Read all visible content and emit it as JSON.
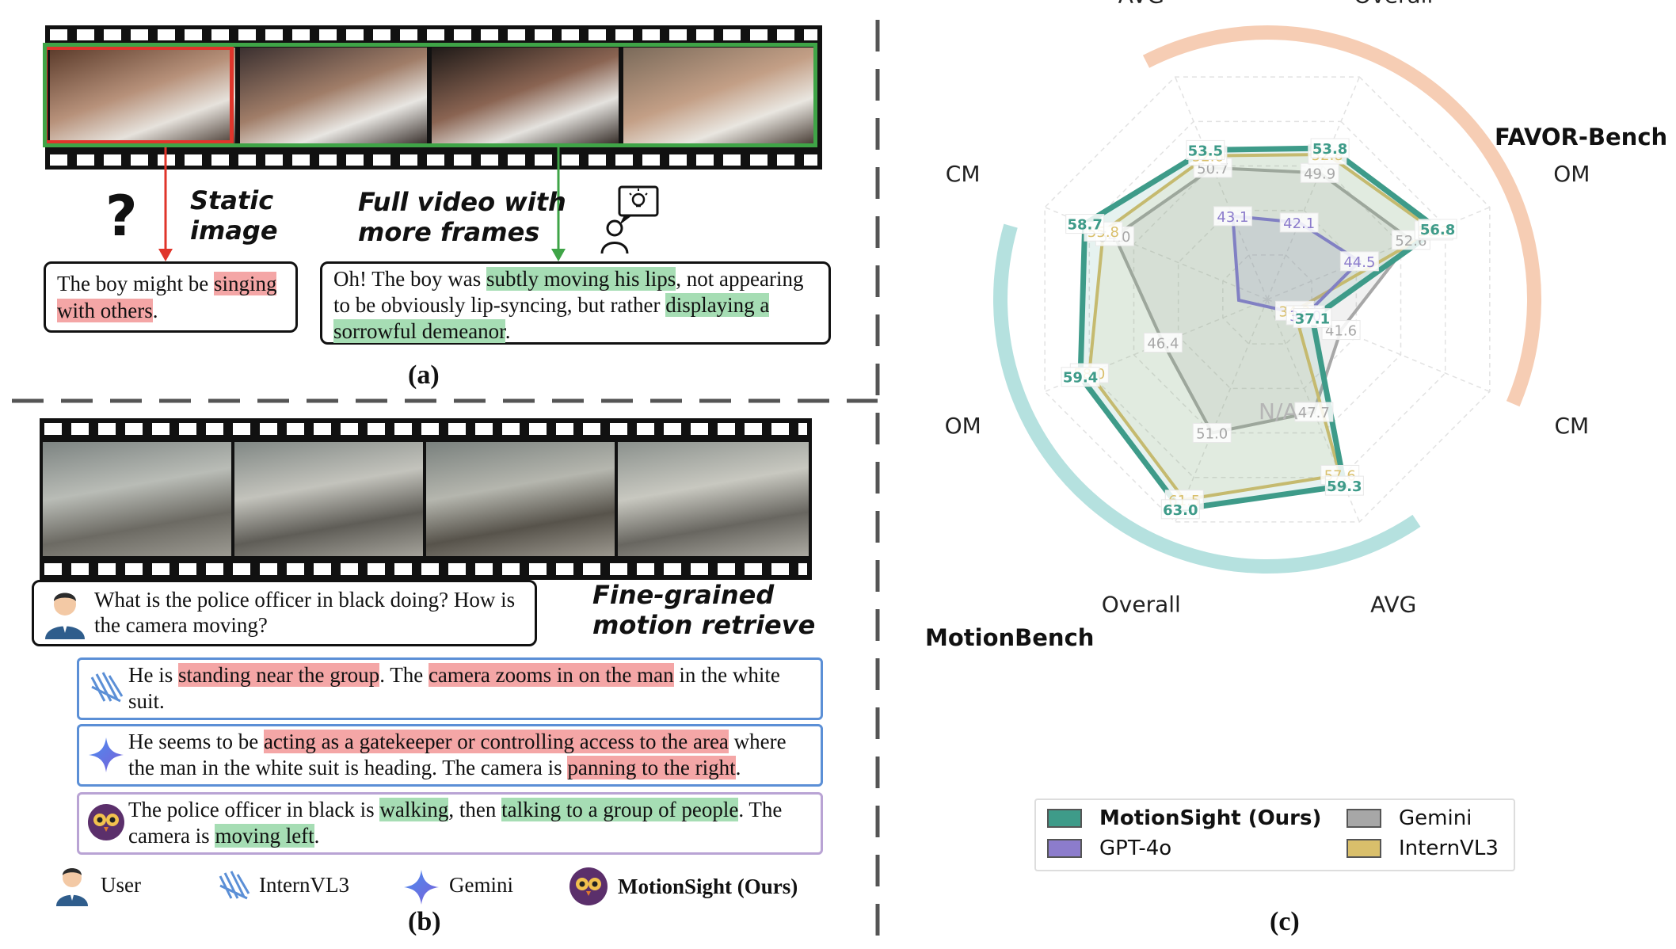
{
  "panel_a": {
    "caption": "(a)",
    "static_label_1": "Static",
    "static_label_2": "image",
    "question_mark": "?",
    "full_label_1": "Full video with",
    "full_label_2": "more frames",
    "static_answer": [
      {
        "t": "The boy might be ",
        "h": ""
      },
      {
        "t": "singing",
        "h": "red"
      },
      {
        "t": " ",
        "h": ""
      },
      {
        "t": "with others",
        "h": "red"
      },
      {
        "t": ".",
        "h": ""
      }
    ],
    "full_answer": [
      {
        "t": "Oh! The boy was ",
        "h": ""
      },
      {
        "t": "subtly moving his lips",
        "h": "green"
      },
      {
        "t": ", not appearing to be obviously lip-syncing, but rather ",
        "h": ""
      },
      {
        "t": "displaying a",
        "h": "green"
      },
      {
        "t": " ",
        "h": ""
      },
      {
        "t": "sorrowful demeanor",
        "h": "green"
      },
      {
        "t": ".",
        "h": ""
      }
    ],
    "colors": {
      "static_frame": "#e0352b",
      "full_frame": "#3fa447"
    }
  },
  "panel_b": {
    "caption": "(b)",
    "question": "What is the police officer in black doing? How is the camera moving?",
    "retrieve_label_1": "Fine-grained",
    "retrieve_label_2": "motion retrieve",
    "answers": [
      {
        "model": "InternVL3",
        "border": "#5b8fd6",
        "parts": [
          {
            "t": "He is ",
            "h": ""
          },
          {
            "t": "standing near the group",
            "h": "red"
          },
          {
            "t": ". The ",
            "h": ""
          },
          {
            "t": "camera zooms in on the man",
            "h": "red"
          },
          {
            "t": " in the white suit.",
            "h": ""
          }
        ]
      },
      {
        "model": "Gemini",
        "border": "#5b8fd6",
        "parts": [
          {
            "t": "He seems to be ",
            "h": ""
          },
          {
            "t": "acting as a gatekeeper or controlling access to the area",
            "h": "red"
          },
          {
            "t": " where the man in the white suit is heading. The camera is ",
            "h": ""
          },
          {
            "t": "panning to the right",
            "h": "red"
          },
          {
            "t": ".",
            "h": ""
          }
        ]
      },
      {
        "model": "MotionSight",
        "border": "#b9a3d4",
        "parts": [
          {
            "t": "The police officer in black is ",
            "h": ""
          },
          {
            "t": "walking",
            "h": "green"
          },
          {
            "t": ", then ",
            "h": ""
          },
          {
            "t": "talking to a group of people",
            "h": "green"
          },
          {
            "t": ". The camera is ",
            "h": ""
          },
          {
            "t": "moving left",
            "h": "green"
          },
          {
            "t": ".",
            "h": ""
          }
        ]
      }
    ],
    "legend": {
      "user": "User",
      "internvl": "InternVL3",
      "gemini": "Gemini",
      "motionsight": "MotionSight (Ours)"
    }
  },
  "panel_c": {
    "caption": "(c)",
    "group_favor": "FAVOR-Bench",
    "group_motion": "MotionBench",
    "na_label": "N/A",
    "legend": [
      {
        "name": "MotionSight (Ours)",
        "color": "#3e9b89",
        "bold": true
      },
      {
        "name": "GPT-4o",
        "color": "#8c7ccc",
        "bold": false
      },
      {
        "name": "Gemini",
        "color": "#a7a7a7",
        "bold": false
      },
      {
        "name": "InternVL3",
        "color": "#d9bf6b",
        "bold": false
      }
    ]
  },
  "chart_data": {
    "type": "radar",
    "axes": [
      "Overall",
      "OM",
      "CM",
      "AVG",
      "Overall",
      "OM",
      "CM",
      "AVG"
    ],
    "axis_groups": [
      "FAVOR-Bench",
      "FAVOR-Bench",
      "FAVOR-Bench",
      "MotionBench",
      "MotionBench",
      "MotionBench",
      "MotionBench",
      "FAVOR-Bench"
    ],
    "series": [
      {
        "name": "MotionSight (Ours)",
        "color": "#3e9b89",
        "values": [
          53.8,
          56.8,
          37.1,
          59.3,
          63.0,
          59.4,
          58.7,
          53.5
        ]
      },
      {
        "name": "InternVL3",
        "color": "#d9bf6b",
        "values": [
          52.8,
          56.2,
          34.3,
          57.6,
          61.5,
          58.0,
          55.8,
          52.6
        ]
      },
      {
        "name": "Gemini",
        "color": "#a7a7a7",
        "values": [
          49.9,
          52.6,
          41.6,
          47.7,
          51.0,
          46.4,
          54.0,
          50.7
        ]
      },
      {
        "name": "GPT-4o",
        "color": "#8c7ccc",
        "values": [
          42.1,
          44.5,
          36.0,
          null,
          null,
          null,
          null,
          43.1
        ]
      }
    ]
  }
}
